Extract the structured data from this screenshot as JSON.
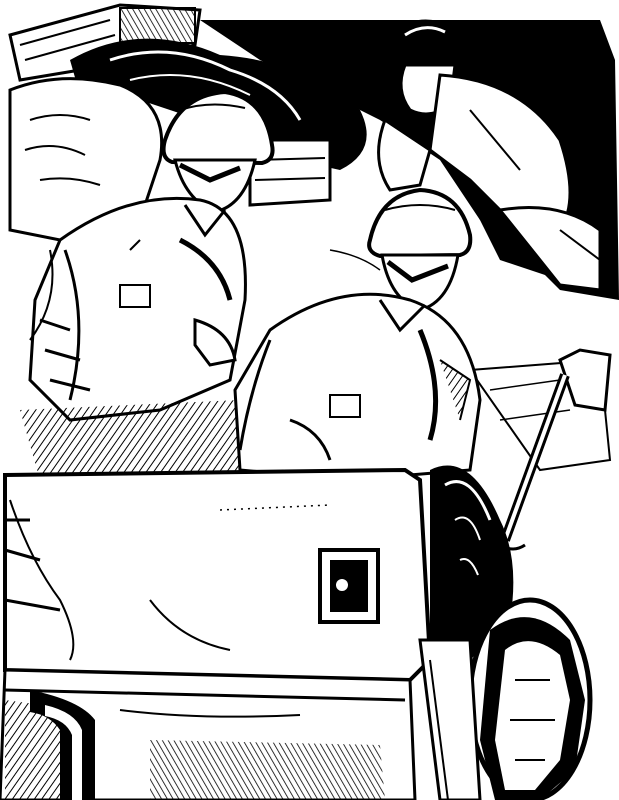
{
  "illustration": {
    "ink_color": "#000000",
    "paper_color": "#ffffff",
    "subject_elements": [
      "helmeted-soldier-left",
      "helmeted-soldier-center",
      "kneeling-soldier-background",
      "field-gun-shield",
      "gun-wheel",
      "trail-handle",
      "ammunition-crate",
      "sandbag-parapet"
    ]
  }
}
